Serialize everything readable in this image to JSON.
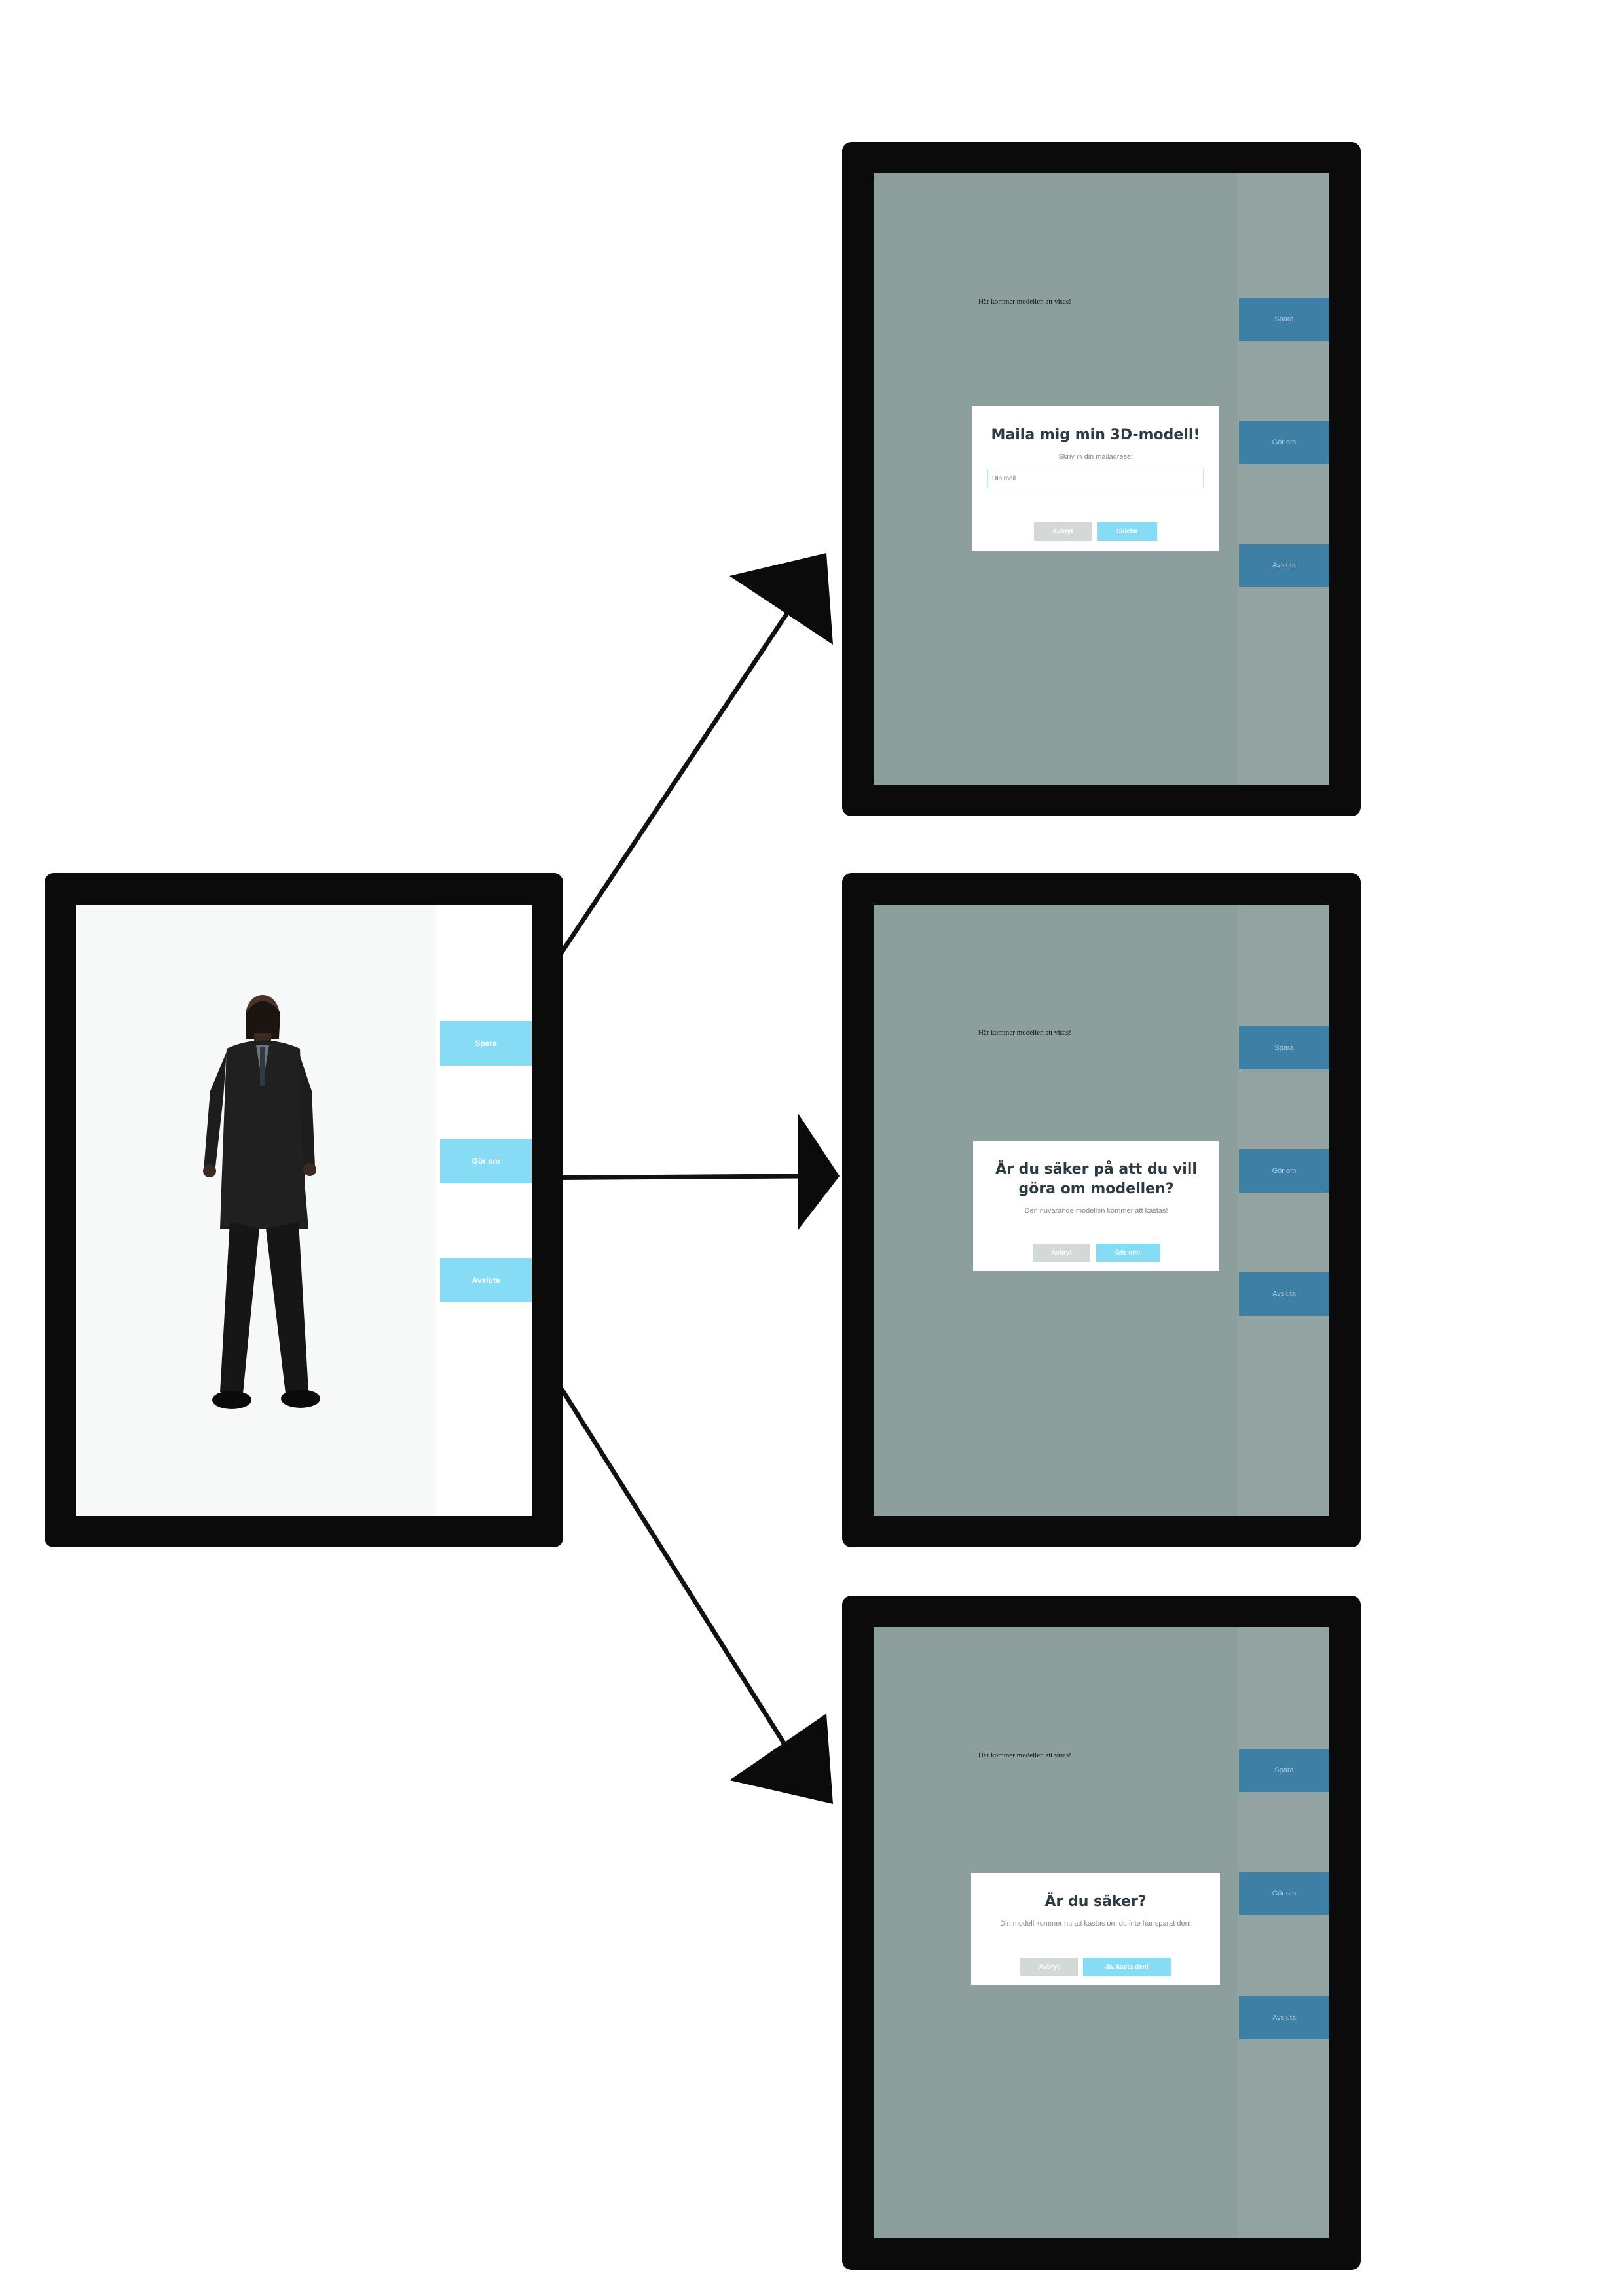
{
  "main_screen": {
    "buttons": {
      "save": "Spara",
      "redo": "Gör om",
      "quit": "Avsluta"
    }
  },
  "overlay_common": {
    "placeholder": "Här kommer modellen att visas!",
    "buttons": {
      "save": "Spara",
      "redo": "Gör om",
      "quit": "Avsluta"
    }
  },
  "email_dialog": {
    "title": "Maila mig min 3D-modell!",
    "prompt": "Skriv in din mailadress:",
    "input_placeholder": "Din mail",
    "cancel": "Avbryt",
    "confirm": "Skicka"
  },
  "redo_dialog": {
    "title": "Är du säker på att du vill göra om modellen?",
    "message": "Den nuvarande modellen kommer att kastas!",
    "cancel": "Avbryt",
    "confirm": "Gör om!"
  },
  "quit_dialog": {
    "title": "Är du säker?",
    "message": "Din modell kommer nu att kastas om du inte har sparat den!",
    "cancel": "Avbryt",
    "confirm": "Ja, kasta den!"
  },
  "colors": {
    "frame": "#0b0b0b",
    "overlay_bg": "#8c9f9d",
    "light_button": "#86dbf5",
    "dark_button": "#3e7fa6",
    "cancel_button": "#d3d9d9"
  }
}
